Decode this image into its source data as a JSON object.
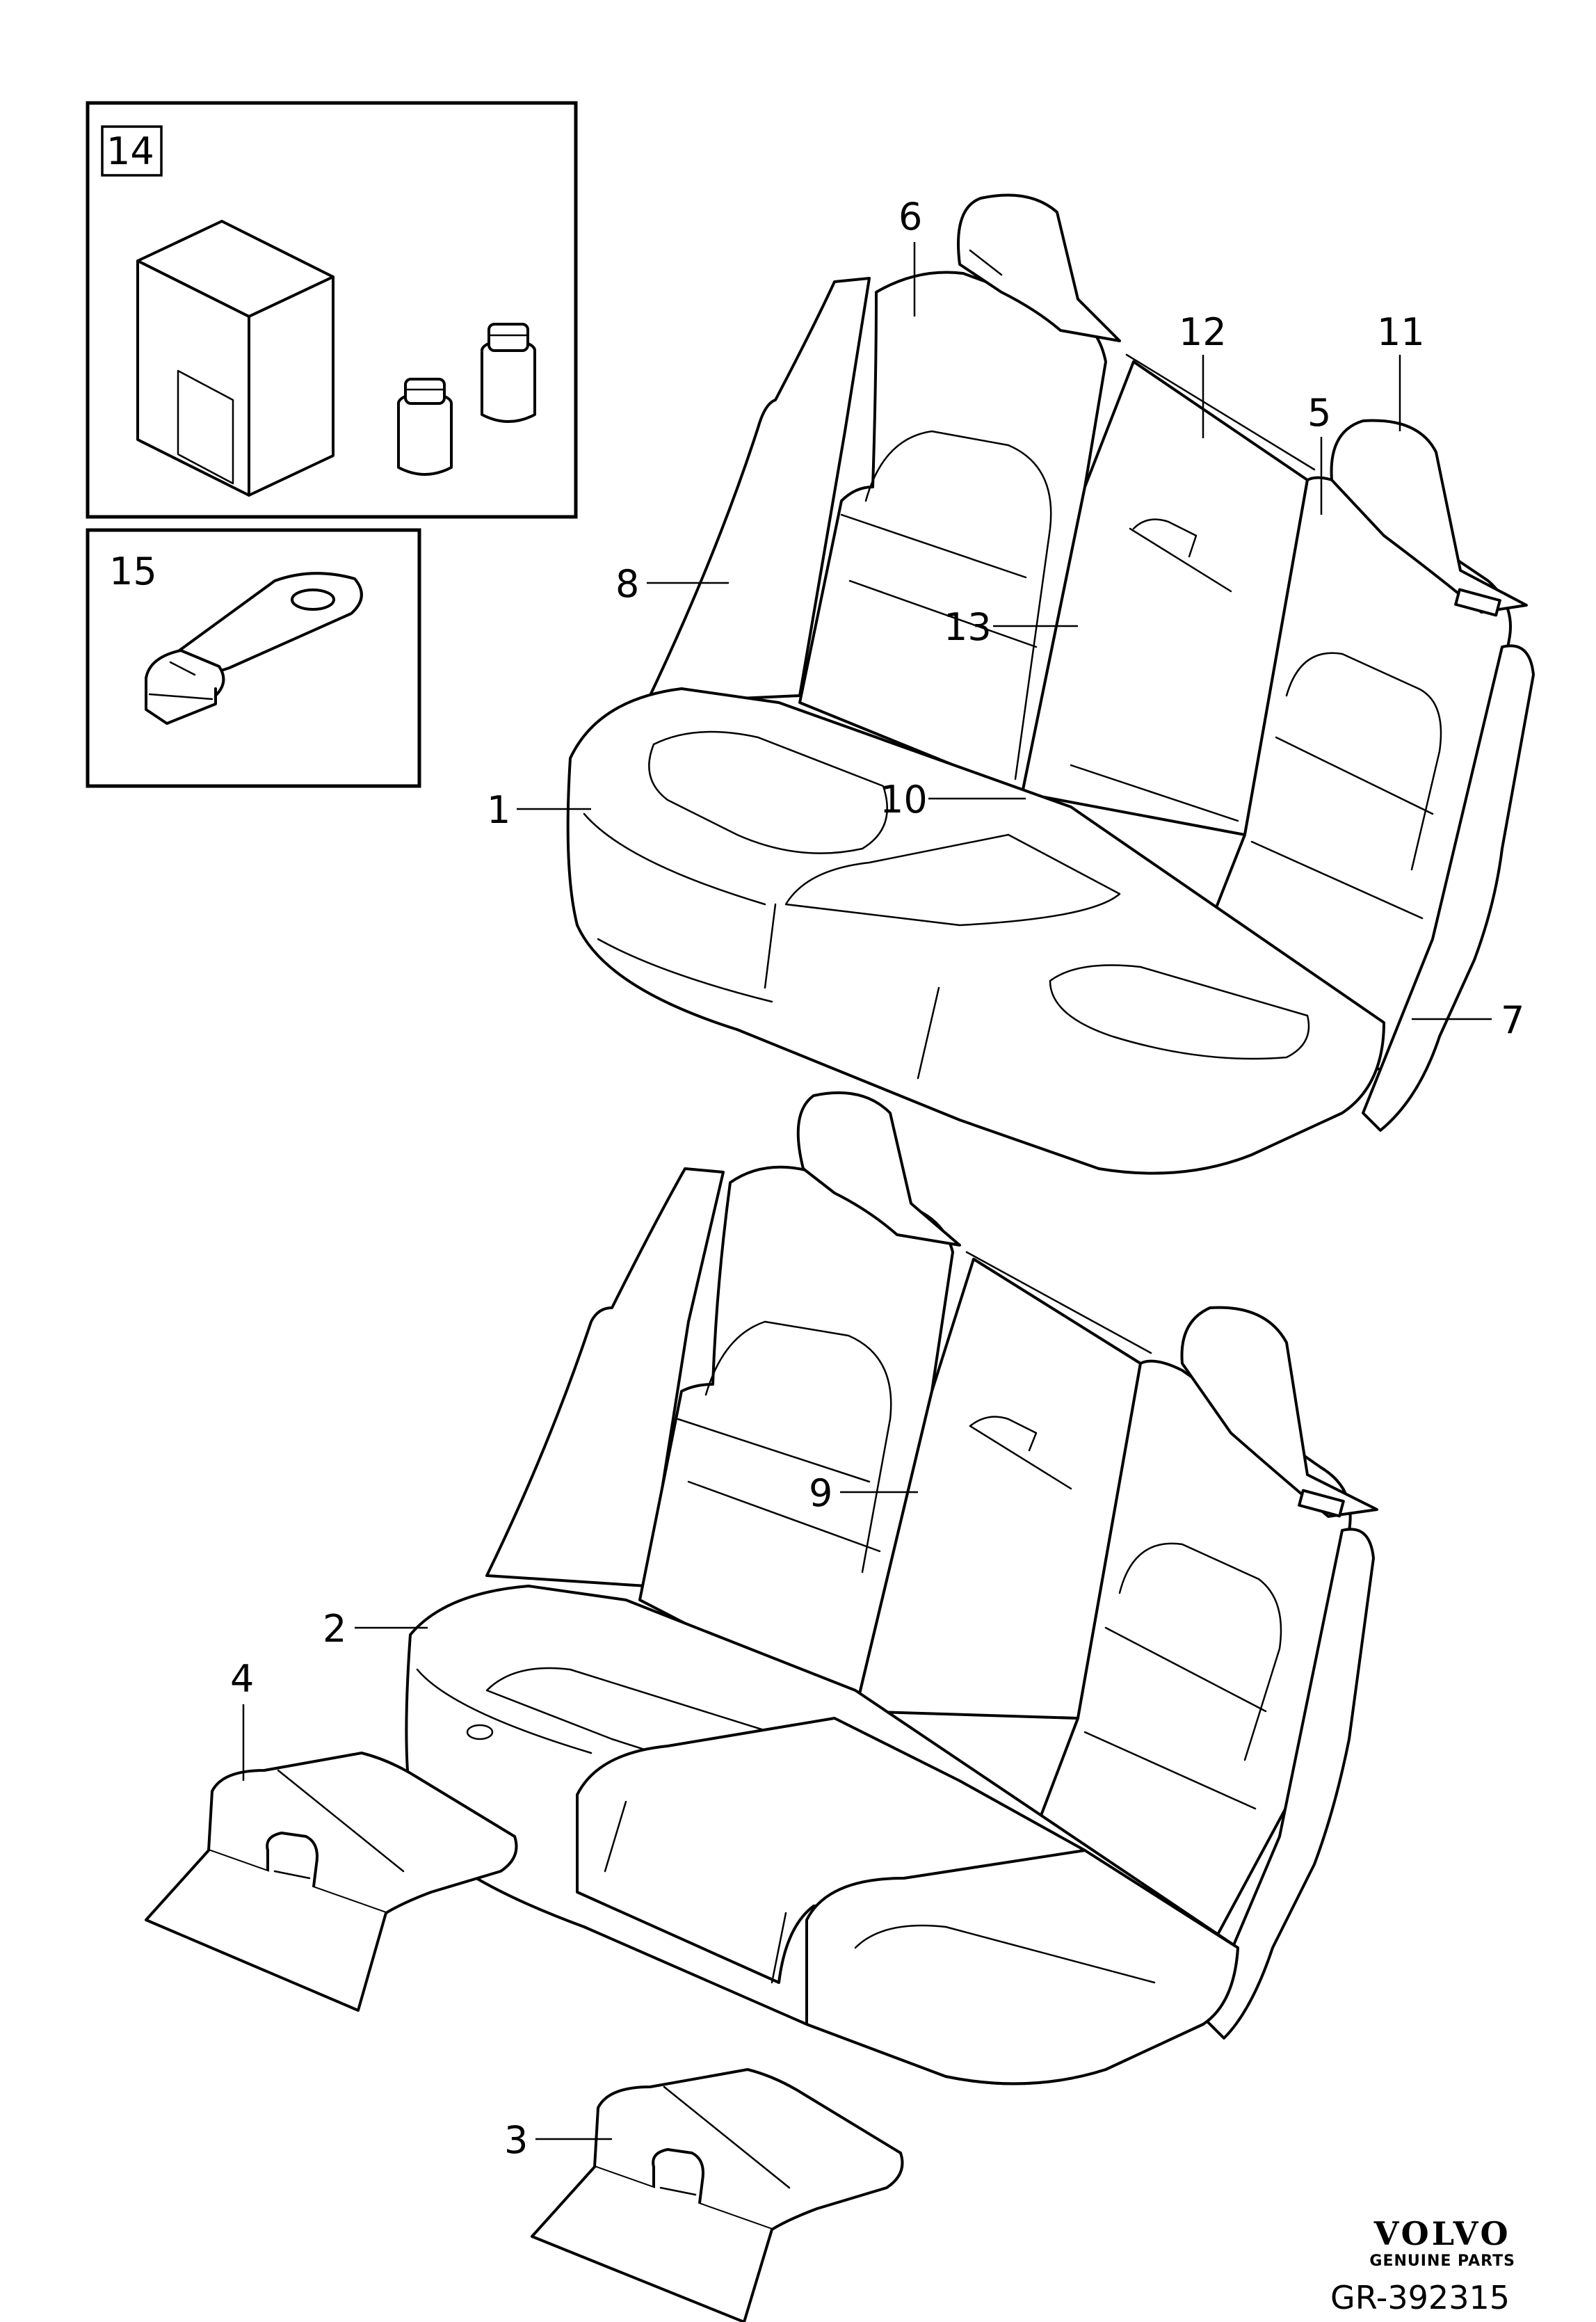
{
  "callouts": {
    "c1": "1",
    "c2": "2",
    "c3": "3",
    "c4": "4",
    "c5": "5",
    "c6": "6",
    "c7": "7",
    "c8": "8",
    "c9": "9",
    "c10": "10",
    "c11": "11",
    "c12": "12",
    "c13": "13",
    "c14": "14",
    "c15": "15"
  },
  "brand": {
    "logo": "VOLVO",
    "tagline": "GENUINE PARTS"
  },
  "diagram_code": "GR-392315",
  "icons": [
    "kit-box-icon",
    "bottle-icon",
    "zip-puller-icon",
    "headrest-icon",
    "seat-cushion-icon",
    "armrest-cover-icon"
  ]
}
